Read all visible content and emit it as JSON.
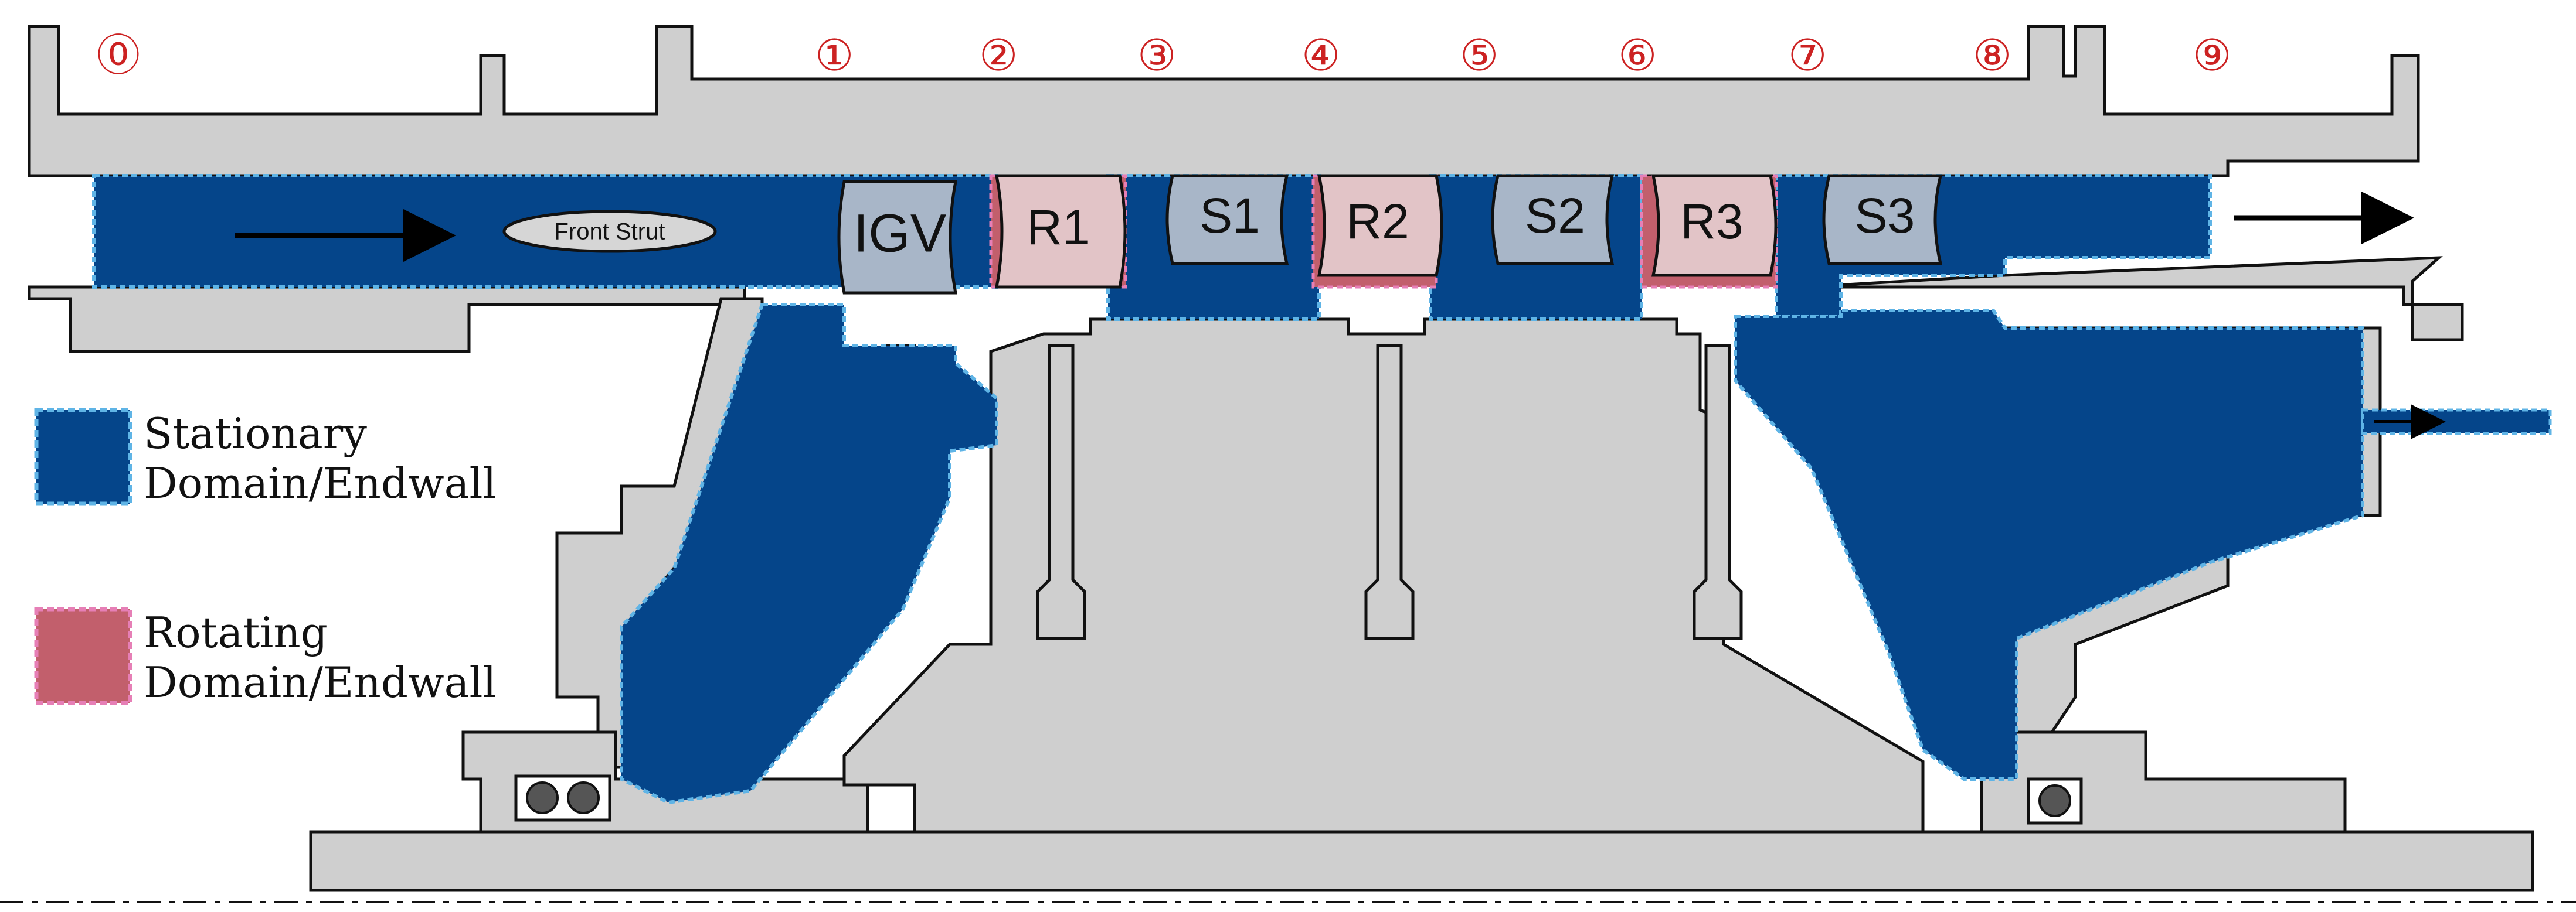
{
  "colors": {
    "stationary": "#05458a",
    "stationary_border": "#5fb4e6",
    "rotating": "#c25f6c",
    "rotating_border": "#e67fb6",
    "rotor_blade": "#e2c4c7",
    "stator_blade": "#a8b6c8",
    "hardware": "#cfcfcf",
    "hardware_dark": "#a6a6a6",
    "station_number": "#cc2222"
  },
  "stations": [
    "⓪",
    "①",
    "②",
    "③",
    "④",
    "⑤",
    "⑥",
    "⑦",
    "⑧",
    "⑨"
  ],
  "blades": {
    "igv": "IGV",
    "r1": "R1",
    "s1": "S1",
    "r2": "R2",
    "s2": "S2",
    "r3": "R3",
    "s3": "S3"
  },
  "strut_label": "Front Strut",
  "legend": {
    "stationary": {
      "line1": "Stationary",
      "line2": "Domain/Endwall"
    },
    "rotating": {
      "line1": "Rotating",
      "line2": "Domain/Endwall"
    }
  }
}
